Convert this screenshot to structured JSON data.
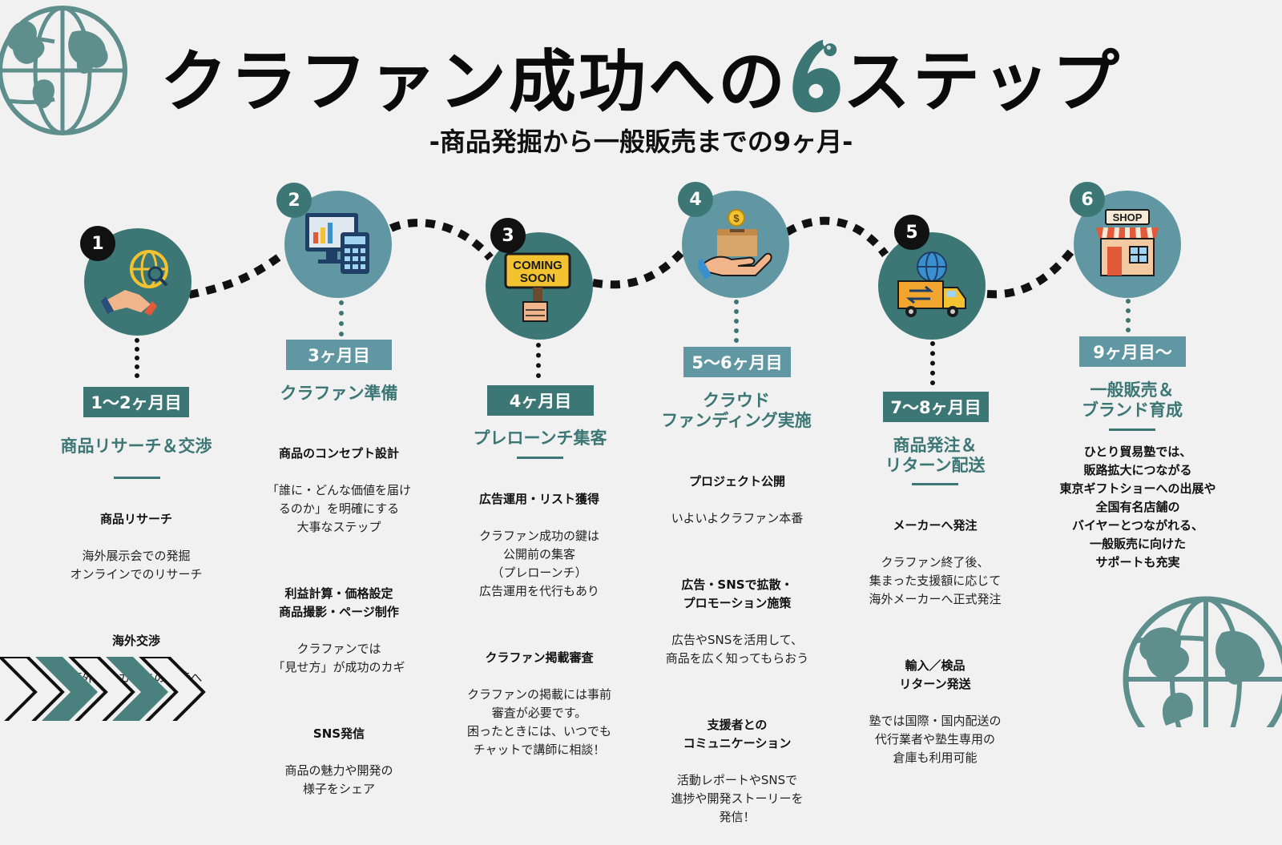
{
  "title": {
    "before": "クラファン成功への",
    "number": "6",
    "after": "ステップ"
  },
  "subtitle": "-商品発掘から一般販売までの9ヶ月-",
  "colors": {
    "teal": "#3c7775",
    "light_teal": "#6097a3",
    "black": "#111111",
    "background": "#f1f1f1"
  },
  "steps": [
    {
      "number": "1",
      "icon": "handshake-globe-icon",
      "month": "1〜2ヶ月目",
      "title": "商品リサーチ＆交渉",
      "blocks": [
        {
          "heading": "商品リサーチ",
          "body": "海外展示会での発掘\nオンラインでのリサーチ"
        },
        {
          "heading": "海外交渉",
          "body": "海外メーカーとの交渉へ"
        }
      ]
    },
    {
      "number": "2",
      "icon": "computer-calculator-icon",
      "month": "3ヶ月目",
      "title": "クラファン準備",
      "blocks": [
        {
          "heading": "商品のコンセプト設計",
          "body": "「誰に・どんな価値を届け\nるのか」を明確にする\n大事なステップ"
        },
        {
          "heading": "利益計算・価格設定\n商品撮影・ページ制作",
          "body": "クラファンでは\n「見せ方」が成功のカギ"
        },
        {
          "heading": "SNS発信",
          "body": "商品の魅力や開発の\n様子をシェア"
        }
      ]
    },
    {
      "number": "3",
      "icon": "coming-soon-sign-icon",
      "sign_text": "COMING\nSOON",
      "month": "4ヶ月目",
      "title": "プレローンチ集客",
      "blocks": [
        {
          "heading": "広告運用・リスト獲得",
          "body": "クラファン成功の鍵は\n公開前の集客\n（プレローンチ）\n広告運用を代行もあり"
        },
        {
          "heading": "クラファン掲載審査",
          "body": "クラファンの掲載には事前\n審査が必要です。\n困ったときには、いつでも\nチャットで講師に相談！"
        }
      ]
    },
    {
      "number": "4",
      "icon": "hand-box-coin-icon",
      "month": "5〜6ヶ月目",
      "title": "クラウド\nファンディング実施",
      "blocks": [
        {
          "heading": "プロジェクト公開",
          "body": "いよいよクラファン本番"
        },
        {
          "heading": "広告・SNSで拡散・\nプロモーション施策",
          "body": "広告やSNSを活用して、\n商品を広く知ってもらおう"
        },
        {
          "heading": "支援者との\nコミュニケーション",
          "body": "活動レポートやSNSで\n進捗や開発ストーリーを\n発信！"
        }
      ]
    },
    {
      "number": "5",
      "icon": "delivery-truck-globe-icon",
      "month": "7〜8ヶ月目",
      "title": "商品発注＆\nリターン配送",
      "blocks": [
        {
          "heading": "メーカーへ発注",
          "body": "クラファン終了後、\n集まった支援額に応じて\n海外メーカーへ正式発注"
        },
        {
          "heading": "輸入／検品\nリターン発送",
          "body": "塾では国際・国内配送の\n代行業者や塾生専用の\n倉庫も利用可能"
        }
      ]
    },
    {
      "number": "6",
      "icon": "shop-storefront-icon",
      "sign_text": "SHOP",
      "month": "9ヶ月目〜",
      "title": "一般販売＆\nブランド育成",
      "description": "ひとり貿易塾では、\n販路拡大につながる\n東京ギフトショーへの出展や\n全国有名店舗の\nバイヤーとつながれる、\n一般販売に向けた\nサポートも充実"
    }
  ]
}
